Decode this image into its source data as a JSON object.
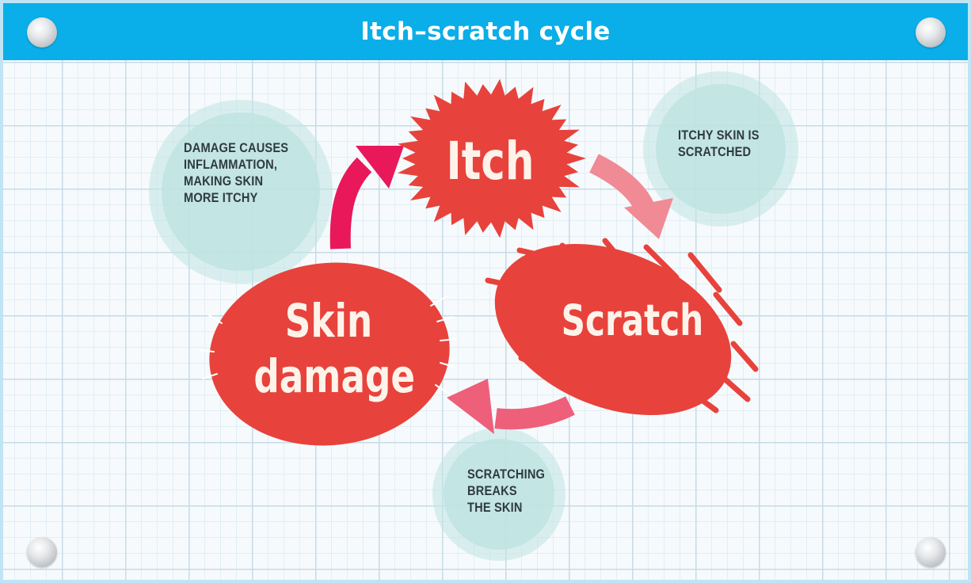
{
  "title": "Itch–scratch cycle",
  "nodes": {
    "itch": "Itch",
    "scratch": "Scratch",
    "skin_damage_line1": "Skin",
    "skin_damage_line2": "damage"
  },
  "annotations": {
    "itch_to_scratch": [
      "Itchy skin is",
      "scratched"
    ],
    "scratch_to_damage": [
      "Scratching",
      "breaks",
      "the skin"
    ],
    "damage_to_itch": [
      "Damage causes",
      "inflammation,",
      "making skin",
      "more itchy"
    ]
  },
  "colors": {
    "header": "#0aaee8",
    "node_red": "#e8423c",
    "bubble": "#bfe3e2",
    "arrow_magenta": "#e8185a",
    "arrow_pink": "#f08a94",
    "arrow_rose": "#ee5f7a"
  }
}
